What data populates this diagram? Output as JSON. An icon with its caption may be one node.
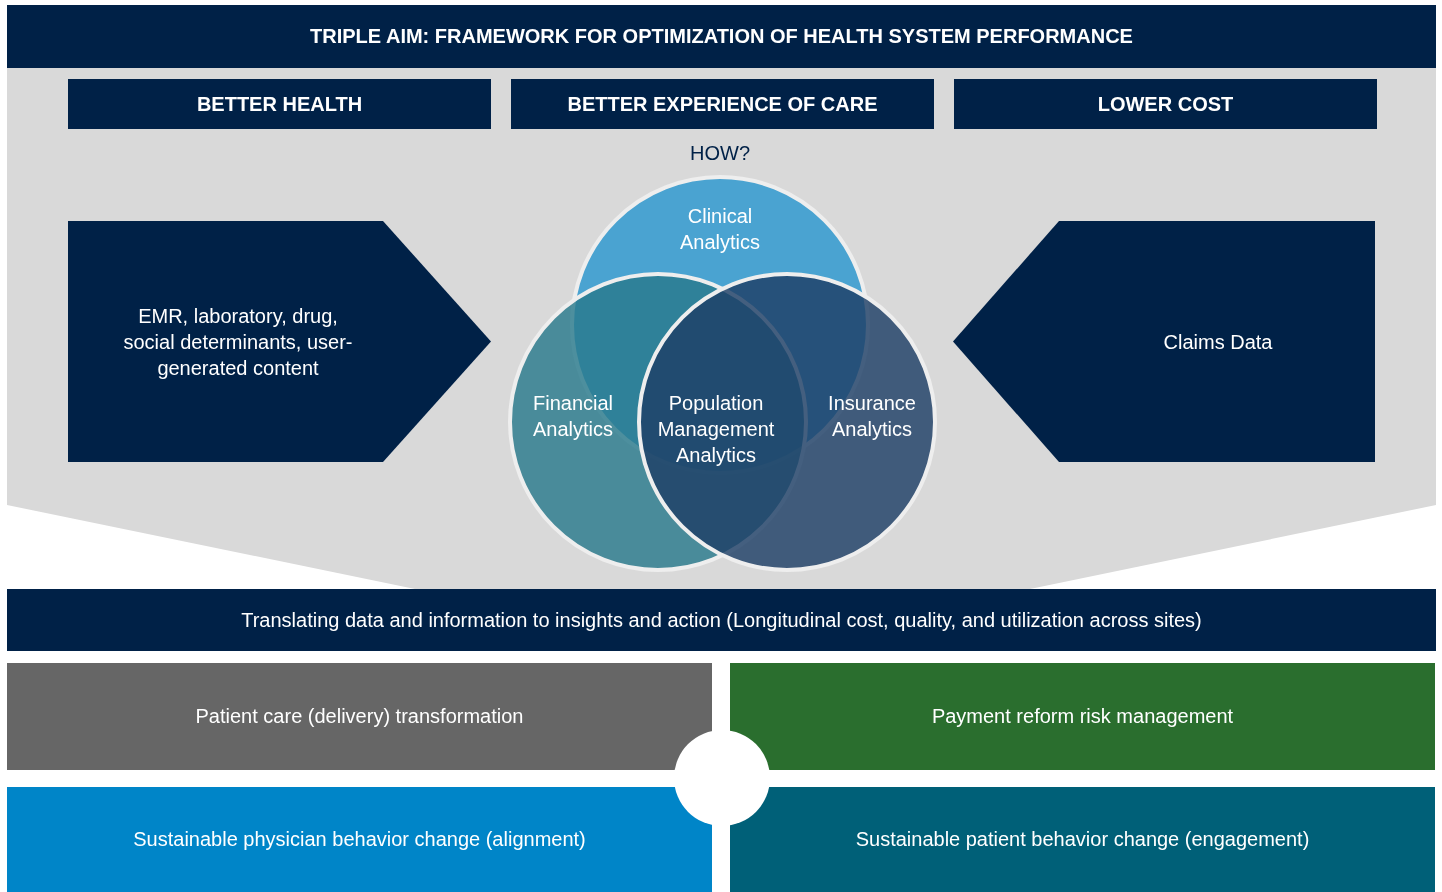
{
  "diagram": {
    "nodes": [
      {
        "text": [
          "TRIPLE AIM: FRAMEWORK FOR OPTIMIZATION OF HEALTH SYSTEM PERFORMANCE"
        ]
      },
      {
        "text": [
          "BETTER HEALTH"
        ]
      },
      {
        "text": [
          "BETTER EXPERIENCE OF CARE"
        ]
      },
      {
        "text": [
          "LOWER COST"
        ]
      },
      {
        "text": [
          "EMR, laboratory, drug, social determinants, user-generated content"
        ]
      },
      {
        "text": [
          "Clinical Analytics"
        ]
      },
      {
        "text": [
          "Financial Analytics"
        ]
      },
      {
        "text": [
          "Insurance Analytics"
        ]
      },
      {
        "text": [
          "Claims Data"
        ]
      },
      {
        "text": [
          "Translating data and information to insights and action (Longitudinal cost, quality, and utilization across sites)"
        ]
      },
      {
        "text": [
          "Patient care (delivery) transformation"
        ]
      },
      {
        "text": [
          "Payment reform risk management"
        ]
      },
      {
        "text": [
          "Sustainable physician behavior change (alignment)"
        ]
      },
      {
        "text": [
          "Sustainable patient behavior change (engagement)"
        ]
      },
      {
        "text": [],
        "shape": "circle"
      }
    ],
    "labels": [
      "HOW?",
      "Population Management Analytics"
    ]
  }
}
